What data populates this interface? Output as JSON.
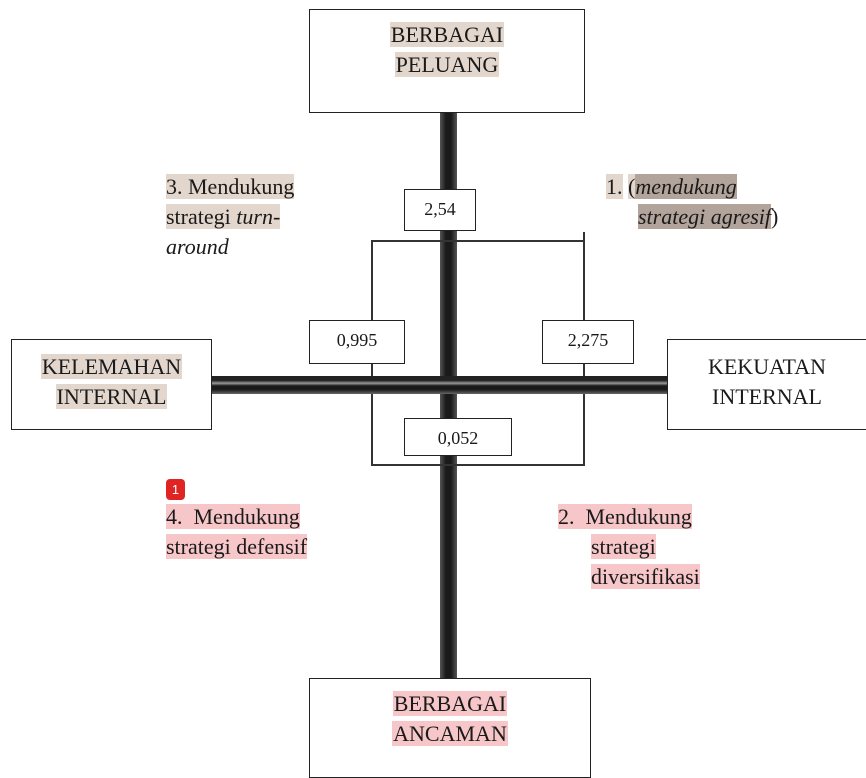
{
  "diagram": {
    "top": {
      "line1": "BERBAGAI",
      "line2": "PELUANG"
    },
    "bottom": {
      "line1": "BERBAGAI",
      "line2": "ANCAMAN"
    },
    "left": {
      "line1": "KELEMAHAN",
      "line2": "INTERNAL"
    },
    "right": {
      "line1": "KEKUATAN",
      "line2": "INTERNAL"
    },
    "values": {
      "top": "2,54",
      "left": "0,995",
      "right": "2,275",
      "bottom": "0,052"
    },
    "quadrant1": {
      "number": "1.",
      "open": "(",
      "text1": "mendukung",
      "text2": "strategi agresif",
      "close": ")"
    },
    "quadrant2": {
      "number": "2.",
      "text1": "Mendukung",
      "text2": "strategi",
      "text3": "diversifikasi"
    },
    "quadrant3": {
      "number": "3.",
      "text1": "Mendukung",
      "text2": "strategi",
      "text2_italic": "turn-",
      "text3": "around"
    },
    "quadrant4": {
      "number": "4.",
      "text1": "Mendukung",
      "text2": "strategi defensif"
    },
    "annotation_badge": "1"
  }
}
